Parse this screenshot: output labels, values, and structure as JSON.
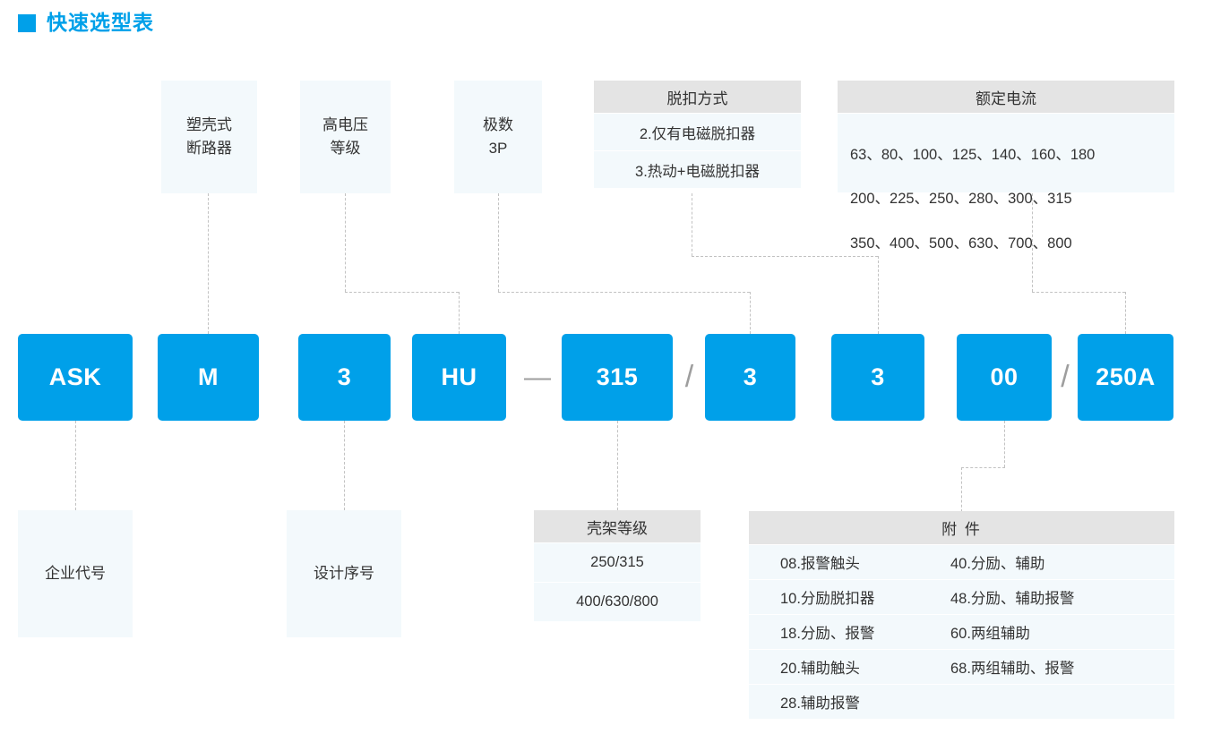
{
  "header": {
    "title": "快速选型表",
    "accent": "#00a0e9",
    "marker": "square-marker"
  },
  "colors": {
    "chip_blue": "#00a0e9",
    "panel_light": "#f3f9fc",
    "table_header_gray": "#e4e4e4",
    "dashed_line": "#c2c2c2"
  },
  "model_code": {
    "chips": [
      {
        "label": "ASK"
      },
      {
        "label": "M"
      },
      {
        "label": "3"
      },
      {
        "label": "HU"
      },
      {
        "label": "315"
      },
      {
        "label": "3"
      },
      {
        "label": "3"
      },
      {
        "label": "00"
      },
      {
        "label": "250A"
      }
    ],
    "separators": {
      "dash": "—",
      "slash": "/"
    }
  },
  "callouts": {
    "enterprise_code": "企业代号",
    "molded_case": "塑壳式\n断路器",
    "design_serial": "设计序号",
    "voltage_level": "高电压\n等级",
    "poles": "极数\n3P"
  },
  "tables": {
    "trip_mode": {
      "header": "脱扣方式",
      "rows": [
        "2.仅有电磁脱扣器",
        "3.热动+电磁脱扣器"
      ]
    },
    "rated_current": {
      "header": "额定电流",
      "lines": [
        "63、80、100、125、140、160、180",
        "200、225、250、280、300、315",
        "350、400、500、630、700、800"
      ]
    },
    "frame_level": {
      "header": "壳架等级",
      "rows": [
        "250/315",
        "400/630/800"
      ]
    },
    "accessories": {
      "header": "附 件",
      "rows": [
        {
          "left": "08.报警触头",
          "right": "40.分励、辅助"
        },
        {
          "left": "10.分励脱扣器",
          "right": "48.分励、辅助报警"
        },
        {
          "left": "18.分励、报警",
          "right": "60.两组辅助"
        },
        {
          "left": "20.辅助触头",
          "right": "68.两组辅助、报警"
        },
        {
          "left": "28.辅助报警",
          "right": ""
        }
      ]
    }
  }
}
